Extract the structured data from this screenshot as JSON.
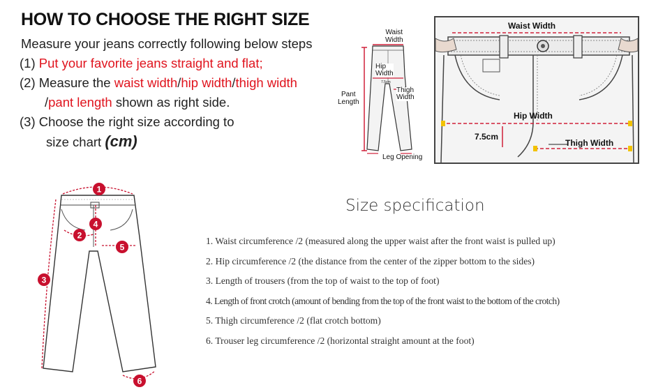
{
  "header": {
    "title": "HOW TO CHOOSE THE RIGHT SIZE",
    "intro": "Measure your jeans correctly following below steps",
    "step1_num": "(1)",
    "step1_text": "Put your favorite jeans straight and flat;",
    "step2_num": "(2)",
    "step2_pre": "Measure the ",
    "step2_waist": "waist width",
    "step2_sep1": "/",
    "step2_hip": "hip width",
    "step2_sep2": "/",
    "step2_thigh": "thigh width",
    "step2_sep3": "/",
    "step2_length": "pant length",
    "step2_post": " shown as right side.",
    "step3_num": "(3)",
    "step3_line1": "Choose the right size according to",
    "step3_line2": "size chart ",
    "step3_unit": "(cm)"
  },
  "small_diagram": {
    "waist": [
      "Waist",
      "Width"
    ],
    "hip": [
      "Hip",
      "Width"
    ],
    "thigh": [
      "Thigh",
      "Width"
    ],
    "pant_length": [
      "Pant",
      "Length"
    ],
    "leg_opening": "Leg Opening",
    "tiny": "7.5cm"
  },
  "photo_diagram": {
    "waist_width": "Waist Width",
    "hip_width": "Hip Width",
    "measure": "7.5cm",
    "thigh_width": "Thigh Width"
  },
  "numbered_diagram": {
    "badges": [
      "1",
      "2",
      "3",
      "4",
      "5",
      "6"
    ],
    "color": "#c8102e"
  },
  "spec": {
    "title": "Size specification",
    "items": [
      "1. Waist circumference /2 (measured along the upper waist after the front waist is pulled up)",
      "2. Hip circumference /2 (the distance from the center of the zipper bottom to the sides)",
      "3. Length of trousers (from the top of waist to the top of foot)",
      "4. Length of front crotch (amount of bending from the top of the front waist to the bottom of the crotch)",
      "5. Thigh circumference /2 (flat crotch bottom)",
      "6. Trouser leg circumference /2 (horizontal straight amount at the foot)"
    ]
  }
}
